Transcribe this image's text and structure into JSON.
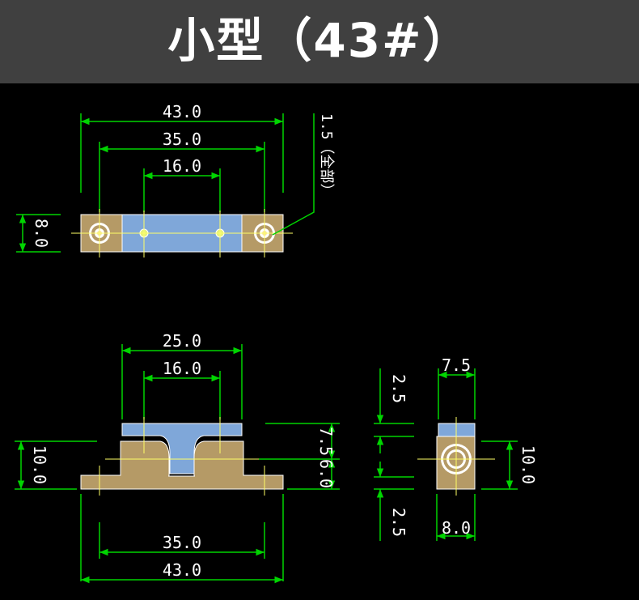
{
  "header": {
    "title": "小型（43#）"
  },
  "colors": {
    "background": "#000000",
    "header": "#404040",
    "dimension": "#00d400",
    "text": "#ffffff",
    "brass": "#b59a66",
    "blue": "#7fa7d9",
    "centerline": "#ffff66"
  },
  "top_view": {
    "overall_width": "43.0",
    "pitch": "35.0",
    "inner": "16.0",
    "height": "8.0",
    "thickness_note": "1.5（全部）"
  },
  "front_view": {
    "top_width": "25.0",
    "inner": "16.0",
    "height": "10.0",
    "dim_upper": "7.5",
    "dim_lower": "6.0",
    "pitch": "35.0",
    "overall_width": "43.0"
  },
  "side_view": {
    "top_width": "7.5",
    "bottom_width": "8.0",
    "height": "10.0",
    "upper_gap": "2.5",
    "lower_gap": "2.5"
  }
}
